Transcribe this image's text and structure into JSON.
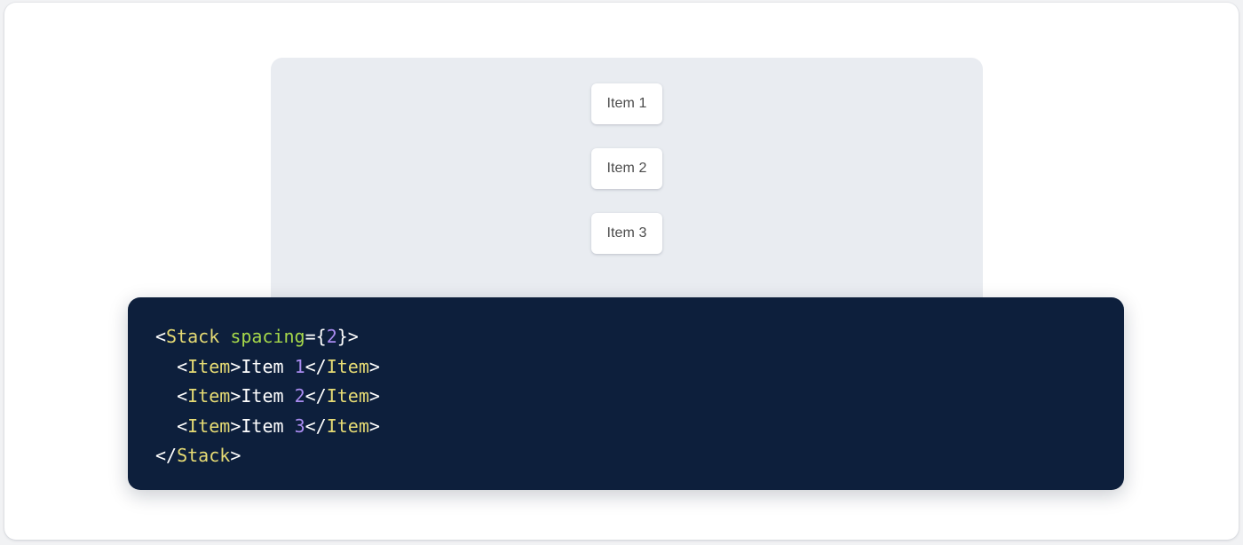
{
  "theme": {
    "page_background": "#f1f2f4",
    "card_background": "#ffffff",
    "preview_background": "#e9ecf1",
    "code_background": "#0d1f3c",
    "item_background": "#ffffff",
    "item_text_color": "#4a4a4a",
    "syntax_punctuation": "#ffffff",
    "syntax_tag": "#e6db74",
    "syntax_attribute": "#a6d84a",
    "syntax_number": "#a98bf0",
    "syntax_text": "#ffffff"
  },
  "preview": {
    "component": "Stack",
    "items": [
      {
        "label": "Item 1"
      },
      {
        "label": "Item 2"
      },
      {
        "label": "Item 3"
      }
    ]
  },
  "code": {
    "language": "jsx",
    "lines": [
      {
        "indent": "",
        "tokens": [
          {
            "type": "punct",
            "text": "<"
          },
          {
            "type": "tag",
            "text": "Stack"
          },
          {
            "type": "punct",
            "text": " "
          },
          {
            "type": "attr",
            "text": "spacing"
          },
          {
            "type": "punct",
            "text": "={"
          },
          {
            "type": "num",
            "text": "2"
          },
          {
            "type": "punct",
            "text": "}>"
          }
        ]
      },
      {
        "indent": "  ",
        "tokens": [
          {
            "type": "punct",
            "text": "<"
          },
          {
            "type": "tag",
            "text": "Item"
          },
          {
            "type": "punct",
            "text": ">"
          },
          {
            "type": "text",
            "text": "Item "
          },
          {
            "type": "num",
            "text": "1"
          },
          {
            "type": "punct",
            "text": "</"
          },
          {
            "type": "tag",
            "text": "Item"
          },
          {
            "type": "punct",
            "text": ">"
          }
        ]
      },
      {
        "indent": "  ",
        "tokens": [
          {
            "type": "punct",
            "text": "<"
          },
          {
            "type": "tag",
            "text": "Item"
          },
          {
            "type": "punct",
            "text": ">"
          },
          {
            "type": "text",
            "text": "Item "
          },
          {
            "type": "num",
            "text": "2"
          },
          {
            "type": "punct",
            "text": "</"
          },
          {
            "type": "tag",
            "text": "Item"
          },
          {
            "type": "punct",
            "text": ">"
          }
        ]
      },
      {
        "indent": "  ",
        "tokens": [
          {
            "type": "punct",
            "text": "<"
          },
          {
            "type": "tag",
            "text": "Item"
          },
          {
            "type": "punct",
            "text": ">"
          },
          {
            "type": "text",
            "text": "Item "
          },
          {
            "type": "num",
            "text": "3"
          },
          {
            "type": "punct",
            "text": "</"
          },
          {
            "type": "tag",
            "text": "Item"
          },
          {
            "type": "punct",
            "text": ">"
          }
        ]
      },
      {
        "indent": "",
        "tokens": [
          {
            "type": "punct",
            "text": "</"
          },
          {
            "type": "tag",
            "text": "Stack"
          },
          {
            "type": "punct",
            "text": ">"
          }
        ]
      }
    ]
  }
}
